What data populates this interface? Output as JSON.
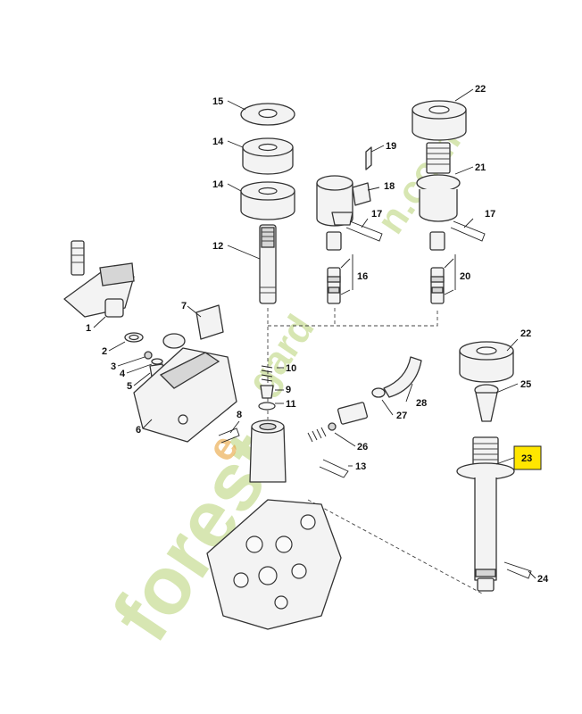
{
  "callouts": [
    "1",
    "2",
    "3",
    "4",
    "5",
    "6",
    "7",
    "8",
    "9",
    "10",
    "11",
    "12",
    "13",
    "14",
    "14",
    "15",
    "16",
    "17",
    "17",
    "18",
    "19",
    "20",
    "21",
    "22",
    "22",
    "23",
    "24",
    "25",
    "26",
    "27",
    "28"
  ],
  "highlight": {
    "label": "23",
    "color": "#ffe600"
  },
  "watermark": {
    "part1": "forest",
    "part2": "gard",
    "accent": "e",
    "part3": "n.com",
    "color": "#a7c957",
    "accent_color": "#e9a23b"
  }
}
